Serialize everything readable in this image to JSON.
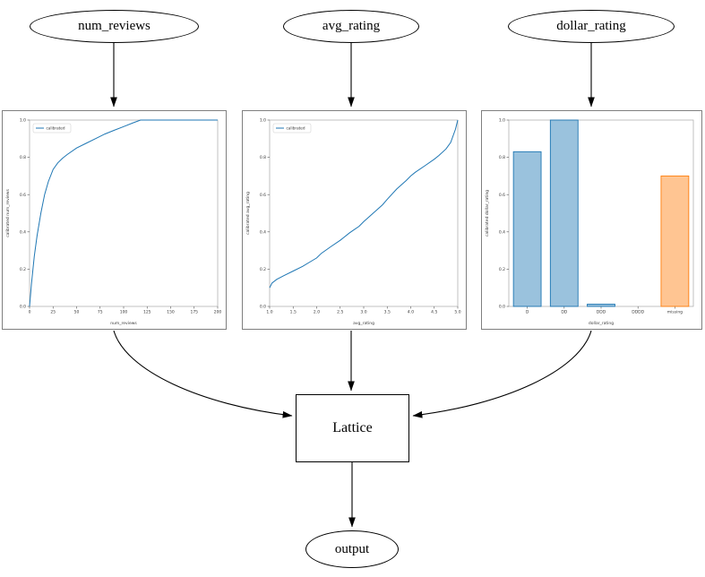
{
  "nodes": {
    "num_reviews": {
      "label": "num_reviews"
    },
    "avg_rating": {
      "label": "avg_rating"
    },
    "dollar_rating": {
      "label": "dollar_rating"
    },
    "lattice": {
      "label": "Lattice"
    },
    "output": {
      "label": "output"
    }
  },
  "colors": {
    "line_blue": "#1f77b4",
    "bar_blue_fill": "rgba(31,119,180,0.45)",
    "bar_blue_edge": "#1f77b4",
    "bar_orange_fill": "rgba(255,127,14,0.45)",
    "bar_orange_edge": "#ff7f0e",
    "edge_black": "#000000"
  },
  "chart_data": [
    {
      "type": "line",
      "title": "",
      "xlabel": "num_reviews",
      "ylabel": "calibrated num_reviews",
      "legend": "calibrated",
      "legend_position": "upper left",
      "grid": false,
      "line_color": "#1f77b4",
      "xlim": [
        0,
        200
      ],
      "ylim": [
        0,
        1
      ],
      "xticks": [
        0,
        25,
        50,
        75,
        100,
        125,
        150,
        175,
        200
      ],
      "xtick_labels": [
        "0",
        "25",
        "50",
        "75",
        "100",
        "125",
        "150",
        "175",
        "200"
      ],
      "yticks": [
        0,
        0.2,
        0.4,
        0.6,
        0.8,
        1.0
      ],
      "ytick_labels": [
        "0.0",
        "0.2",
        "0.4",
        "0.6",
        "0.8",
        "1.0"
      ],
      "series": [
        {
          "name": "calibrated",
          "x": [
            0,
            2,
            5,
            8,
            12,
            16,
            20,
            25,
            30,
            35,
            40,
            50,
            60,
            70,
            80,
            90,
            100,
            110,
            118,
            125,
            150,
            175,
            200
          ],
          "y": [
            0.0,
            0.12,
            0.27,
            0.38,
            0.5,
            0.6,
            0.67,
            0.735,
            0.77,
            0.795,
            0.815,
            0.85,
            0.875,
            0.9,
            0.925,
            0.945,
            0.965,
            0.985,
            1.0,
            1.0,
            1.0,
            1.0,
            1.0
          ]
        }
      ]
    },
    {
      "type": "line",
      "title": "",
      "xlabel": "avg_rating",
      "ylabel": "calibrated avg_rating",
      "legend": "calibrated",
      "legend_position": "upper left",
      "grid": false,
      "line_color": "#1f77b4",
      "xlim": [
        1.0,
        5.0
      ],
      "ylim": [
        0,
        1
      ],
      "xticks": [
        1.0,
        1.5,
        2.0,
        2.5,
        3.0,
        3.5,
        4.0,
        4.5,
        5.0
      ],
      "xtick_labels": [
        "1.0",
        "1.5",
        "2.0",
        "2.5",
        "3.0",
        "3.5",
        "4.0",
        "4.5",
        "5.0"
      ],
      "yticks": [
        0,
        0.2,
        0.4,
        0.6,
        0.8,
        1.0
      ],
      "ytick_labels": [
        "0.0",
        "0.2",
        "0.4",
        "0.6",
        "0.8",
        "1.0"
      ],
      "series": [
        {
          "name": "calibrated",
          "x": [
            1.0,
            1.05,
            1.15,
            1.3,
            1.5,
            1.7,
            1.9,
            2.0,
            2.1,
            2.3,
            2.5,
            2.7,
            2.9,
            3.0,
            3.2,
            3.4,
            3.5,
            3.7,
            3.9,
            4.0,
            4.1,
            4.3,
            4.5,
            4.6,
            4.75,
            4.85,
            4.95,
            5.0
          ],
          "y": [
            0.1,
            0.125,
            0.145,
            0.165,
            0.19,
            0.215,
            0.245,
            0.26,
            0.285,
            0.32,
            0.355,
            0.395,
            0.43,
            0.455,
            0.5,
            0.545,
            0.575,
            0.63,
            0.675,
            0.7,
            0.72,
            0.755,
            0.79,
            0.81,
            0.845,
            0.88,
            0.95,
            1.0
          ]
        }
      ]
    },
    {
      "type": "bar",
      "title": "",
      "xlabel": "dollar_rating",
      "ylabel": "calibrated dollar_rating",
      "grid": false,
      "categories": [
        "D",
        "DD",
        "DDD",
        "DDDD",
        "missing"
      ],
      "values": [
        0.83,
        1.0,
        0.012,
        0.0,
        0.7
      ],
      "bar_fill": [
        "rgba(31,119,180,0.45)",
        "rgba(31,119,180,0.45)",
        "rgba(31,119,180,0.45)",
        "rgba(31,119,180,0.45)",
        "rgba(255,127,14,0.45)"
      ],
      "bar_edge": [
        "#1f77b4",
        "#1f77b4",
        "#1f77b4",
        "#1f77b4",
        "#ff7f0e"
      ],
      "ylim": [
        0,
        1
      ],
      "yticks": [
        0,
        0.2,
        0.4,
        0.6,
        0.8,
        1.0
      ],
      "ytick_labels": [
        "0.0",
        "0.2",
        "0.4",
        "0.6",
        "0.8",
        "1.0"
      ]
    }
  ]
}
